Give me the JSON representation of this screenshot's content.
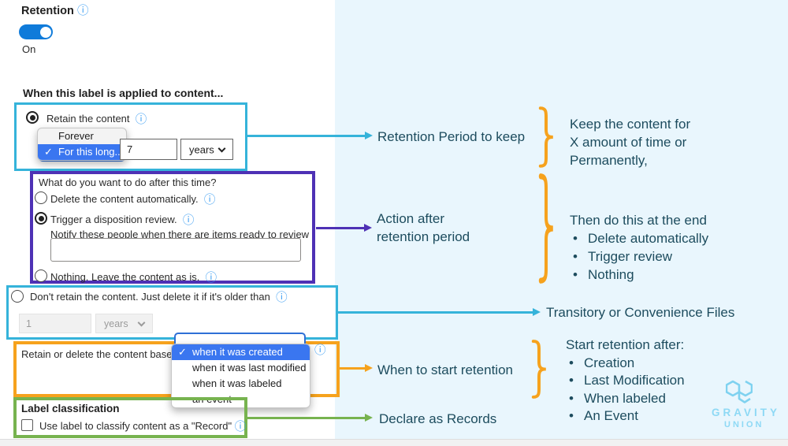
{
  "colors": {
    "cyan": "#35b3da",
    "purple": "#4e31b5",
    "orange": "#f6a21d",
    "green": "#77b34f",
    "note_text": "#1d4c5e",
    "menu_highlight": "#3a76f0",
    "toggle_on": "#0f7bda",
    "info_icon": "#3b9df2"
  },
  "panel": {
    "retention": {
      "label": "Retention",
      "state": "On"
    },
    "heading": "When this label is applied to content...",
    "retain": {
      "radio": "Retain the content",
      "menu": [
        "Forever",
        "For this long..."
      ],
      "selected": "For this long...",
      "value": "7",
      "unit": "years"
    },
    "after": {
      "question": "What do you want to do after this time?",
      "option_delete": "Delete the content automatically.",
      "option_review": "Trigger a disposition review.",
      "notify": "Notify these people when there are items ready to review",
      "option_nothing": "Nothing. Leave the content as is."
    },
    "dont_retain": {
      "radio": "Don't retain the content. Just delete it if it's older than",
      "value": "1",
      "unit": "years"
    },
    "based_on": {
      "label": "Retain or delete the content based o",
      "options": [
        "when it was created",
        "when it was last modified",
        "when it was labeled",
        "an event"
      ],
      "selected": "when it was created"
    },
    "classification": {
      "heading": "Label classification",
      "checkbox": "Use label to classify content as a \"Record\""
    }
  },
  "annotations": {
    "retention_period": {
      "label": "Retention Period to keep",
      "lines": [
        "Keep the content for",
        "X amount of time or",
        "Permanently,"
      ]
    },
    "action_after": {
      "line1": "Action after",
      "line2": "retention period",
      "title": "Then do this at the end",
      "bullets": [
        "Delete automatically",
        "Trigger review",
        "Nothing"
      ]
    },
    "transitory": {
      "label": "Transitory or Convenience Files"
    },
    "start": {
      "label": "When to start retention",
      "title": "Start retention after:",
      "bullets": [
        "Creation",
        "Last Modification",
        "When labeled",
        "An Event"
      ]
    },
    "declare": {
      "label": "Declare as Records"
    }
  },
  "logo": {
    "name": "GRAVITY",
    "sub": "UNION"
  }
}
